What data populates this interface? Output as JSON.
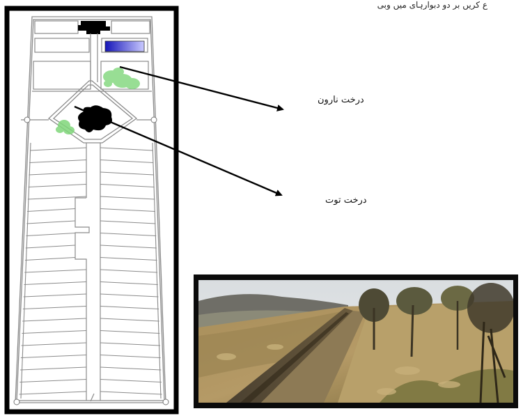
{
  "labels": {
    "naroon_tree": "درخت نارون",
    "toot_tree": "درخت توت"
  },
  "top_text": "ع کریں بر دو دبوارہای میں وبی",
  "colors": {
    "frame": "#000000",
    "plan_lines": "#8a8a8a",
    "tree_green": "#7fd67a",
    "blue_block": "#2323c8",
    "arrow": "#000000"
  },
  "icons": {
    "plan": "garden-plan-diagram",
    "photo": "landscape-photo"
  }
}
